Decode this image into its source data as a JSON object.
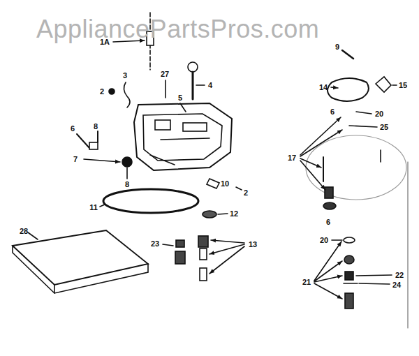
{
  "diagram": {
    "labels": [
      "AppliancePartsPros.com",
      "1A",
      "4",
      "3",
      "2",
      "27",
      "5",
      "6",
      "8",
      "7",
      "8",
      "10",
      "2",
      "11",
      "12",
      "13",
      "23",
      "28",
      "9",
      "14",
      "15",
      "6",
      "20",
      "25",
      "17",
      "6",
      "20",
      "21",
      "22",
      "24"
    ]
  }
}
